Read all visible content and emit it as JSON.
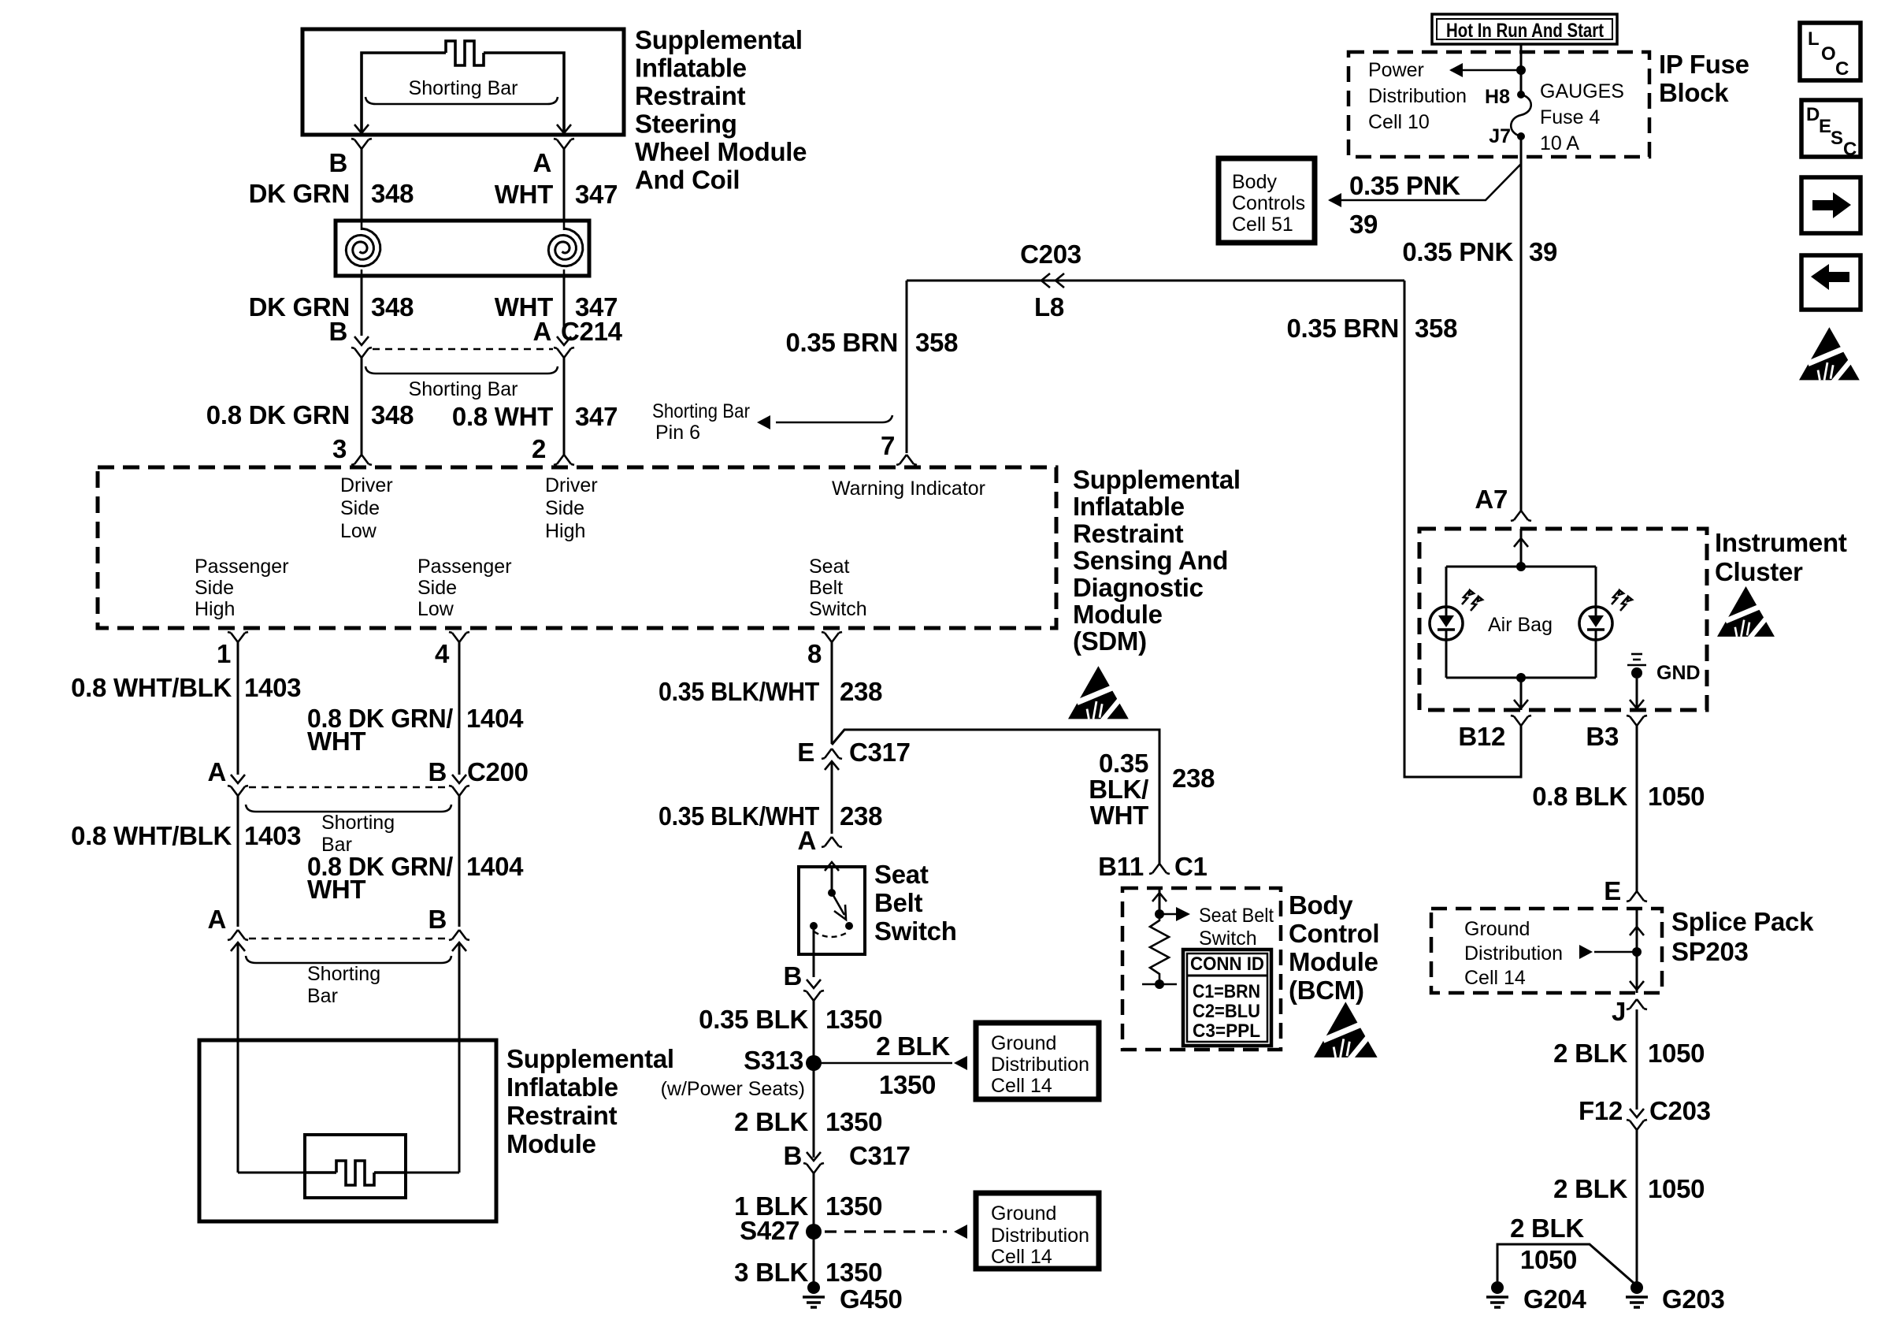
{
  "page": {
    "type": "wiring-diagram",
    "background": "#ffffff",
    "ink": "#000000"
  },
  "swm": {
    "name": [
      "Supplemental",
      "Inflatable",
      "Restraint",
      "Steering",
      "Wheel Module",
      "And Coil"
    ],
    "shorting_bar": "Shorting Bar",
    "pin_b": "B",
    "pin_a": "A",
    "wire_grn": {
      "label": "DK GRN",
      "circuit": "348"
    },
    "wire_wht": {
      "label": "WHT",
      "circuit": "347"
    },
    "wire_grn2": {
      "label": "DK GRN",
      "circuit": "348"
    },
    "wire_wht2": {
      "label": "WHT",
      "circuit": "347"
    },
    "c214": {
      "pin_b": "B",
      "pin_a": "A",
      "name": "C214",
      "shorting_bar": "Shorting Bar"
    },
    "wire_grn3": {
      "label": "0.8 DK GRN",
      "circuit": "348"
    },
    "wire_wht3": {
      "label": "0.8 WHT",
      "circuit": "347"
    },
    "pin3": "3",
    "pin2": "2"
  },
  "sdm": {
    "name": [
      "Supplemental",
      "Inflatable",
      "Restraint",
      "Sensing And",
      "Diagnostic",
      "Module",
      "(SDM)"
    ],
    "driver_low": [
      "Driver",
      "Side",
      "Low"
    ],
    "driver_high": [
      "Driver",
      "Side",
      "High"
    ],
    "pass_high": [
      "Passenger",
      "Side",
      "High"
    ],
    "pass_low": [
      "Passenger",
      "Side",
      "Low"
    ],
    "belt": [
      "Seat",
      "Belt",
      "Switch"
    ],
    "warning": "Warning Indicator",
    "pin1": "1",
    "pin4": "4",
    "pin8": "8",
    "pin7": "7"
  },
  "warning_wire": {
    "c203": {
      "name": "C203",
      "pin": "L8"
    },
    "brn": {
      "label": "0.35 BRN",
      "circuit": "358"
    },
    "brn2": {
      "label": "0.35 BRN",
      "circuit": "358"
    },
    "note": [
      "Shorting Bar",
      "Pin 6"
    ]
  },
  "power": {
    "hot": "Hot In Run And Start",
    "fuse_block_name": [
      "IP Fuse",
      "Block"
    ],
    "power_dist": [
      "Power",
      "Distribution",
      "Cell 10"
    ],
    "fuse": {
      "name": [
        "GAUGES",
        "Fuse 4",
        "10 A"
      ],
      "pin_top": "H8",
      "pin_bottom": "J7"
    },
    "body_controls": [
      "Body",
      "Controls",
      "Cell 51"
    ],
    "pnk_branch": {
      "label": "0.35 PNK",
      "circuit": "39"
    },
    "pnk": {
      "label": "0.35 PNK",
      "circuit": "39"
    },
    "pin_a7": "A7"
  },
  "cluster": {
    "name": [
      "Instrument",
      "Cluster"
    ],
    "lamp": "Air Bag",
    "gnd": "GND",
    "pin_b12": "B12",
    "pin_b3": "B3"
  },
  "ground_right": {
    "wire_blk": {
      "label": "0.8 BLK",
      "circuit": "1050"
    },
    "pin_e": "E",
    "splice_name": [
      "Splice Pack",
      "SP203"
    ],
    "cell": [
      "Ground",
      "Distribution",
      "Cell 14"
    ],
    "pin_j": "J",
    "wire_blk2": {
      "label": "2 BLK",
      "circuit": "1050"
    },
    "c203": {
      "pin": "F12",
      "name": "C203"
    },
    "wire_blk3": {
      "label": "2 BLK",
      "circuit": "1050"
    },
    "wire_blk4": {
      "label": "2 BLK",
      "circuit": "1050"
    },
    "g204": "G204",
    "g203": "G203"
  },
  "belt_circuit": {
    "wire_238": {
      "label": "0.35 BLK/WHT",
      "circuit": "238"
    },
    "c317": {
      "pin": "E",
      "name": "C317"
    },
    "wire_238b": {
      "label": "0.35 BLK/WHT",
      "circuit": "238"
    },
    "pin_a": "A",
    "switch_name": [
      "Seat",
      "Belt",
      "Switch"
    ],
    "pin_b": "B",
    "wire_1350": {
      "label": "0.35 BLK",
      "circuit": "1350"
    },
    "s313": {
      "name": "S313",
      "note": "(w/Power Seats)"
    },
    "branch1": {
      "label": "2 BLK",
      "circuit": "1350"
    },
    "cell1": [
      "Ground",
      "Distribution",
      "Cell 14"
    ],
    "wire_1350b": {
      "label": "2 BLK",
      "circuit": "1350"
    },
    "c317b": {
      "pin": "B",
      "name": "C317"
    },
    "wire_1350c": {
      "label": "1 BLK",
      "circuit": "1350"
    },
    "s427": "S427",
    "cell2": [
      "Ground",
      "Distribution",
      "Cell 14"
    ],
    "wire_1350d": {
      "label": "3 BLK",
      "circuit": "1350"
    },
    "g450": "G450"
  },
  "bcm": {
    "wire_238": {
      "label": [
        "0.35",
        "BLK/",
        "WHT"
      ],
      "circuit": "238"
    },
    "pin_b11": "B11",
    "conn_c1": "C1",
    "name": [
      "Body",
      "Control",
      "Module",
      "(BCM)"
    ],
    "switch_ref": [
      "Seat Belt",
      "Switch"
    ],
    "table": {
      "header": "CONN ID",
      "rows": [
        "C1=BRN",
        "C2=BLU",
        "C3=PPL"
      ]
    }
  },
  "sir_module": {
    "name": [
      "Supplemental",
      "Inflatable",
      "Restraint",
      "Module"
    ],
    "wire_1403": {
      "label": "0.8 WHT/BLK",
      "circuit": "1403"
    },
    "wire_1404": {
      "label": [
        "0.8 DK GRN/",
        "WHT"
      ],
      "circuit": "1404"
    },
    "c200": {
      "pin_a": "A",
      "pin_b": "B",
      "name": "C200",
      "shorting_bar": [
        "Shorting",
        "Bar"
      ]
    },
    "wire_1403b": {
      "label": "0.8 WHT/BLK",
      "circuit": "1403"
    },
    "wire_1404b": {
      "label": [
        "0.8 DK GRN/",
        "WHT"
      ],
      "circuit": "1404"
    },
    "conn2": {
      "pin_a": "A",
      "pin_b": "B",
      "shorting_bar": [
        "Shorting",
        "Bar"
      ]
    }
  },
  "legend": {
    "loc": [
      "L",
      "O",
      "C"
    ],
    "desc": [
      "D",
      "E",
      "S",
      "C"
    ]
  }
}
